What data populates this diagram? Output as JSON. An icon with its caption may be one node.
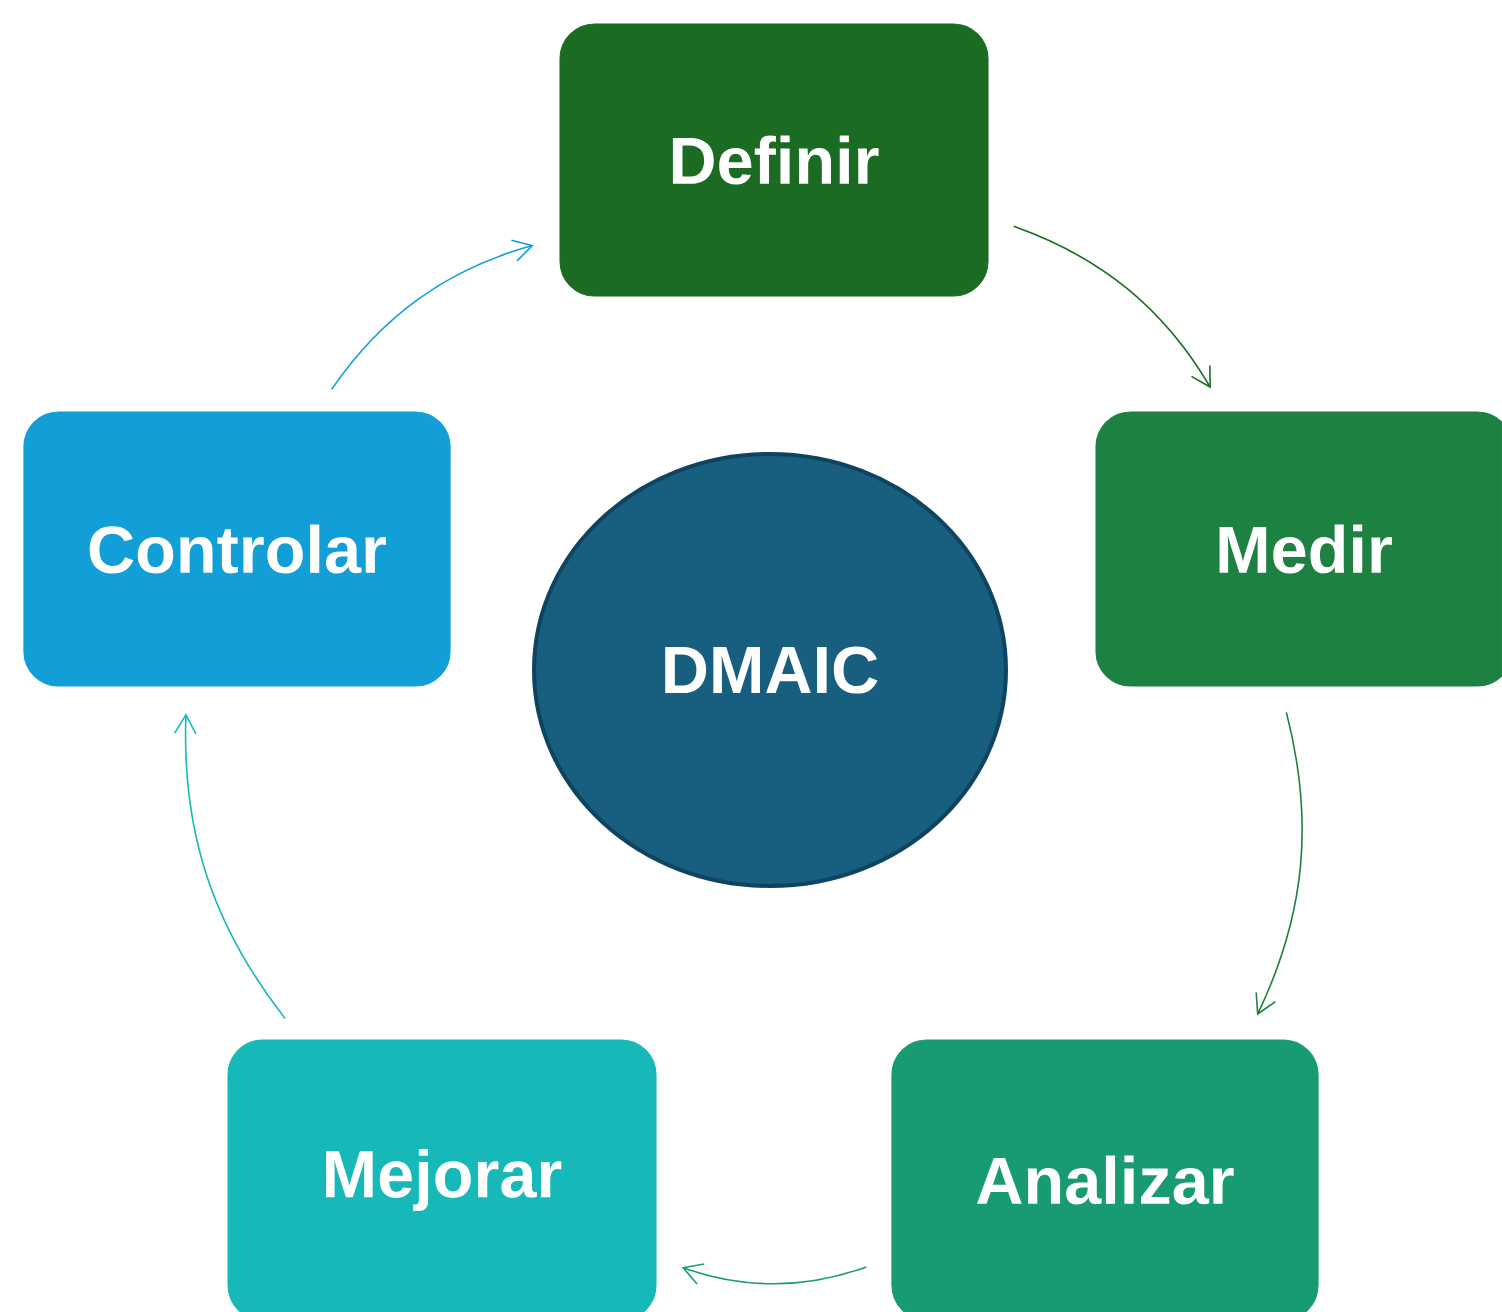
{
  "diagram": {
    "nodes": [
      {
        "text": [
          "DMAIC"
        ]
      },
      {
        "text": [
          "Definir"
        ]
      },
      {
        "text": [
          "Medir"
        ]
      },
      {
        "text": [
          "Analizar"
        ]
      },
      {
        "text": [
          "Mejorar"
        ]
      },
      {
        "text": [
          "Controlar"
        ]
      }
    ],
    "edges": [
      {
        "from": 1,
        "to": 2,
        "arrow": "to",
        "color": "#1c6b23"
      },
      {
        "from": 2,
        "to": 3,
        "arrow": "to",
        "color": "#1d8142"
      },
      {
        "from": 3,
        "to": 4,
        "arrow": "to",
        "color": "#189b72"
      },
      {
        "from": 4,
        "to": 5,
        "arrow": "to",
        "color": "#16b8b8"
      },
      {
        "from": 5,
        "to": 1,
        "arrow": "to",
        "color": "#129fd8"
      }
    ]
  }
}
